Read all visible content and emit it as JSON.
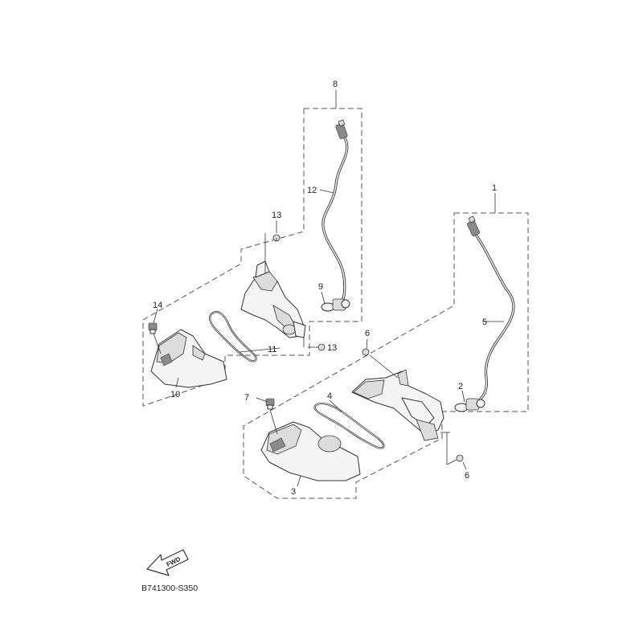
{
  "diagram": {
    "drawing_code": "B741300-S350",
    "fwd_label": "FWD",
    "callouts": {
      "c1": "1",
      "c2": "2",
      "c3": "3",
      "c4": "4",
      "c5": "5",
      "c6a": "6",
      "c6b": "6",
      "c7": "7",
      "c8": "8",
      "c9": "9",
      "c10": "10",
      "c11": "11",
      "c12": "12",
      "c13a": "13",
      "c13b": "13",
      "c14": "14"
    }
  }
}
